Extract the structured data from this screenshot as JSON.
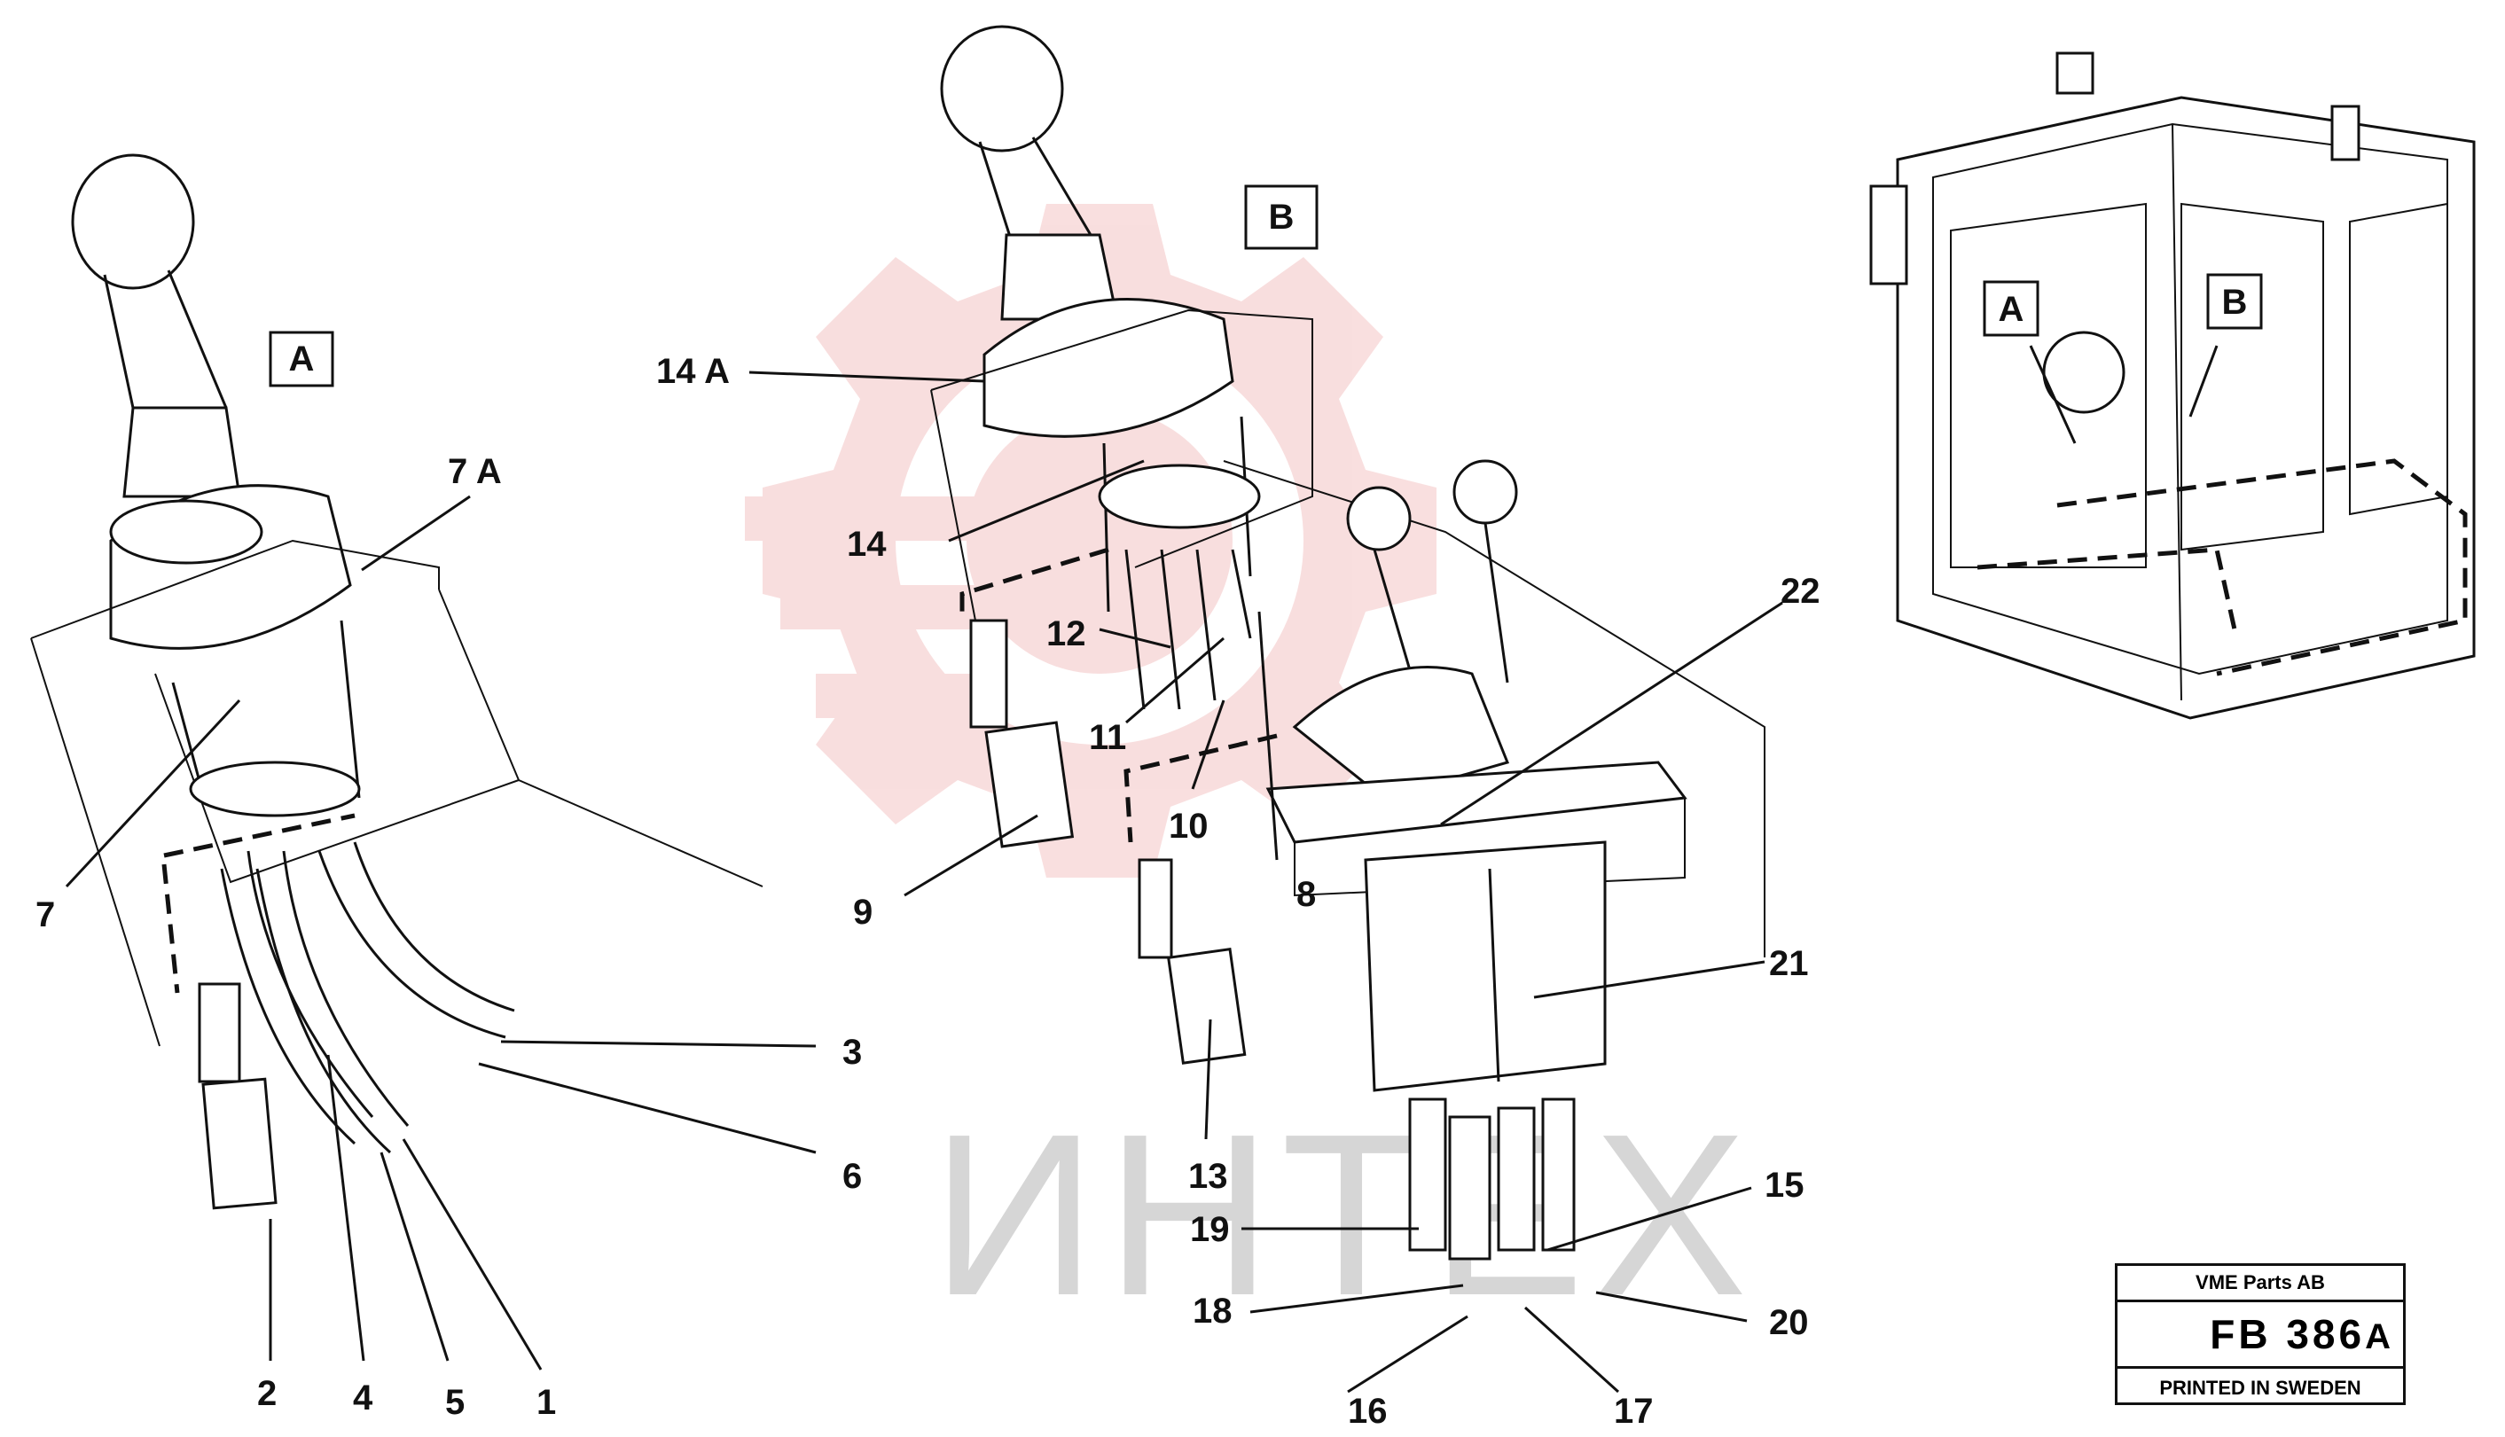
{
  "watermark": {
    "text": "ИНТЕХ",
    "color": "#f4c4c4"
  },
  "views": {
    "a": "A",
    "b": "B"
  },
  "overview": {
    "a": "A",
    "b": "B"
  },
  "callouts": {
    "n1": "1",
    "n2": "2",
    "n3": "3",
    "n4": "4",
    "n5": "5",
    "n6": "6",
    "n7": "7",
    "n7a": "7 A",
    "n8": "8",
    "n9": "9",
    "n10": "10",
    "n11": "11",
    "n12": "12",
    "n13": "13",
    "n14": "14",
    "n14a": "14 A",
    "n15": "15",
    "n16": "16",
    "n17": "17",
    "n18": "18",
    "n19": "19",
    "n20": "20",
    "n21": "21",
    "n22": "22"
  },
  "title_block": {
    "company": "VME Parts AB",
    "code": "FB  386",
    "suffix": "A",
    "printed": "PRINTED IN SWEDEN"
  }
}
